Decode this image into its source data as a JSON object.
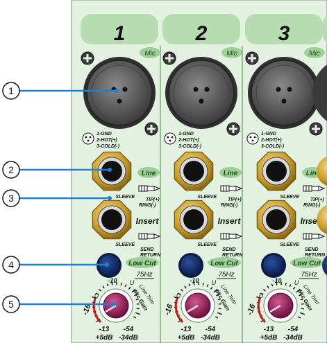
{
  "channels": [
    {
      "number": "1",
      "mic": "Mic",
      "pins": [
        "1-GND",
        "2-HOT(+)",
        "3-COLD(-)"
      ],
      "line": "Line",
      "tip": "TIP(+)",
      "sleeve": "SLEEVE",
      "ring": "RING(-)",
      "insert": "Insert",
      "insert_sleeve": "SLEEVE",
      "send": "SEND",
      "return": "RETURN",
      "lowcut": "Low Cut",
      "freq": "75Hz",
      "trim_minus10": "-10",
      "trim_minus16": "-16",
      "trim_u1": "U",
      "trim_u2": "U",
      "line_trim": "Line Trim",
      "mic_gain": "Mic Gain",
      "trim_minus13": "-13",
      "trim_plus5": "+5dB",
      "trim_minus54": "-54",
      "trim_minus34": "-34dB"
    },
    {
      "number": "2",
      "mic": "Mic",
      "pins": [
        "1-GND",
        "2-HOT(+)",
        "3-COLD(-)"
      ],
      "line": "Line",
      "tip": "TIP(+)",
      "sleeve": "SLEEVE",
      "ring": "RING(-)",
      "insert": "Insert",
      "insert_sleeve": "SLEEVE",
      "send": "SEND",
      "return": "RETURN",
      "lowcut": "Low Cut",
      "freq": "75Hz",
      "trim_minus10": "-10",
      "trim_minus16": "-16",
      "trim_u1": "U",
      "trim_u2": "U",
      "line_trim": "Line Trim",
      "mic_gain": "Mic Gain",
      "trim_minus13": "-13",
      "trim_plus5": "+5dB",
      "trim_minus54": "-54",
      "trim_minus34": "-34dB"
    },
    {
      "number": "3",
      "mic": "Mic",
      "pins": [
        "1-GND",
        "2-HOT(+)",
        "3-COLD(-)"
      ],
      "line": "Line",
      "tip": "TIP(+)",
      "sleeve": "SLEEVE",
      "ring": "RING(-)",
      "insert": "Insert",
      "insert_sleeve": "SLEEVE",
      "send": "SEND",
      "return": "RETURN",
      "lowcut": "Low Cut",
      "freq": "75Hz",
      "trim_minus10": "-10",
      "trim_minus16": "-16",
      "trim_u1": "U",
      "trim_u2": "U",
      "line_trim": "Line Trim",
      "mic_gain": "Mic Gain",
      "trim_minus13": "-13",
      "trim_plus5": "+5dB",
      "trim_minus54": "-54",
      "trim_minus34": "-34dB"
    }
  ],
  "callouts": [
    "1",
    "2",
    "3",
    "4",
    "5"
  ],
  "colors": {
    "panel": "#e3f1e1",
    "header": "#b7dcb1",
    "badge": "#9fcf98",
    "callout_line": "#1e7fd4",
    "button": "#0f2a66",
    "knob": "#8a1550",
    "jack_gold": "#c79a26",
    "xlr_body": "#5b5b5b"
  },
  "icons": [
    "xlr-socket-icon",
    "screw-icon",
    "phone-jack-icon",
    "trs-plug-icon",
    "pin-diagram-icon",
    "knob-icon",
    "lowcut-button-icon"
  ]
}
